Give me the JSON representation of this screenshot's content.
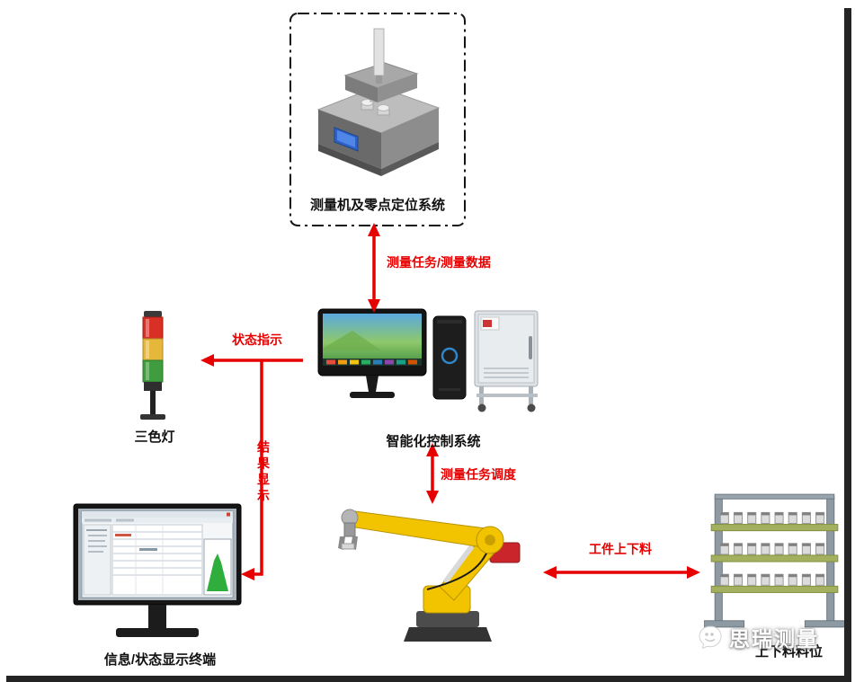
{
  "nodes": {
    "cmm": {
      "label": "测量机及零点定位系统"
    },
    "control_system": {
      "label": "智能化控制系统"
    },
    "tricolor_light": {
      "label": "三色灯"
    },
    "display_terminal": {
      "label": "信息/状态显示终端"
    },
    "loading_rack": {
      "label": "上下料料位"
    }
  },
  "edges": {
    "measure_task_data": {
      "label": "测量任务/测量数据"
    },
    "status_indication": {
      "label": "状态指示"
    },
    "result_display": {
      "label": "结果显示"
    },
    "task_scheduling": {
      "label": "测量任务调度"
    },
    "workpiece_loading": {
      "label": "工件上下料"
    }
  },
  "watermark": {
    "text": "思瑞测量"
  },
  "colors": {
    "arrow": "#e60000",
    "node_label": "#111111",
    "watermark_text": "#ffffff"
  }
}
